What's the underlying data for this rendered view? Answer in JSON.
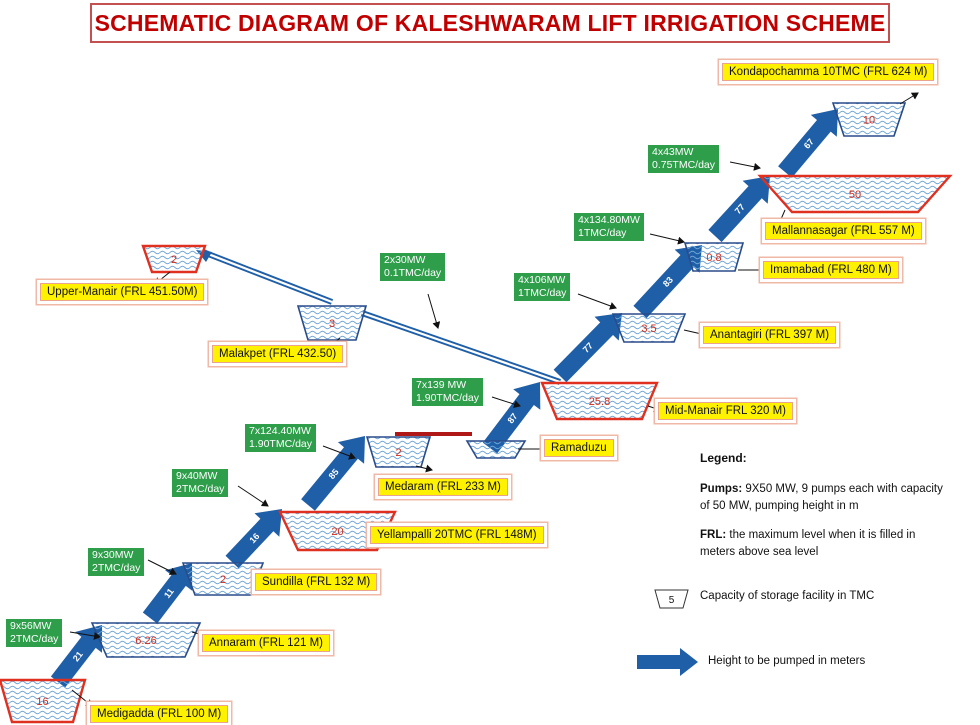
{
  "title": "SCHEMATIC DIAGRAM OF KALESHWARAM LIFT IRRIGATION SCHEME",
  "reservoirs": [
    {
      "id": "medigadda",
      "capacity": "16",
      "label": "Medigadda  (FRL  100 M)"
    },
    {
      "id": "annaram",
      "capacity": "6.26",
      "label": "Annaram (FRL 121 M)"
    },
    {
      "id": "sundilla",
      "capacity": "2",
      "label": "Sundilla (FRL 132 M)"
    },
    {
      "id": "yellampalli",
      "capacity": "20",
      "label": "Yellampalli 20TMC (FRL 148M)"
    },
    {
      "id": "medaram",
      "capacity": "2",
      "label": "Medaram  (FRL  233 M)"
    },
    {
      "id": "ramaduzu",
      "capacity": "",
      "label": "Ramaduzu"
    },
    {
      "id": "midmanair",
      "capacity": "25.8",
      "label": "Mid-Manair FRL 320 M)"
    },
    {
      "id": "anantagiri",
      "capacity": "3.5",
      "label": "Anantagiri  (FRL 397 M)"
    },
    {
      "id": "imamabad",
      "capacity": "0.8",
      "label": "Imamabad  (FRL 480 M)"
    },
    {
      "id": "mallannasagar",
      "capacity": "50",
      "label": "Mallannasagar  (FRL 557 M)"
    },
    {
      "id": "kondapochamma",
      "capacity": "10",
      "label": "Kondapochamma 10TMC (FRL 624 M)"
    },
    {
      "id": "malakpet",
      "capacity": "3",
      "label": "Malakpet (FRL 432.50)"
    },
    {
      "id": "uppermanair",
      "capacity": "2",
      "label": "Upper-Manair  (FRL  451.50M)"
    }
  ],
  "lift_heights": [
    "21",
    "11",
    "16",
    "85",
    "87",
    "77",
    "83",
    "77",
    "67"
  ],
  "pumps": [
    {
      "line1": "9x56MW",
      "line2": "2TMC/day"
    },
    {
      "line1": "9x30MW",
      "line2": "2TMC/day"
    },
    {
      "line1": "9x40MW",
      "line2": "2TMC/day"
    },
    {
      "line1": "7x124.40MW",
      "line2": "1.90TMC/day"
    },
    {
      "line1": "7x139 MW",
      "line2": "1.90TMC/day"
    },
    {
      "line1": "4x106MW",
      "line2": "1TMC/day"
    },
    {
      "line1": "4x134.80MW",
      "line2": "1TMC/day"
    },
    {
      "line1": "4x43MW",
      "line2": "0.75TMC/day"
    },
    {
      "line1": "2x30MW",
      "line2": "0.1TMC/day"
    }
  ],
  "legend": {
    "title": "Legend:",
    "pumps_term": "Pumps:",
    "pumps_text": " 9X50 MW, 9 pumps each with capacity of 50 MW, pumping height in m",
    "frl_term": "FRL:",
    "frl_text": " the maximum level when it is filled in meters above sea level",
    "sample_capacity": "5",
    "capacity_text": "Capacity of storage facility in TMC",
    "arrow_text": "Height to be pumped in meters"
  },
  "colors": {
    "title_red": "#c00000",
    "arrow_blue": "#1f5fa8",
    "label_yellow": "#fff200",
    "pump_green": "#2e9e4a",
    "reservoir_red": "#e03020",
    "reservoir_blue": "#2a4c8a"
  }
}
